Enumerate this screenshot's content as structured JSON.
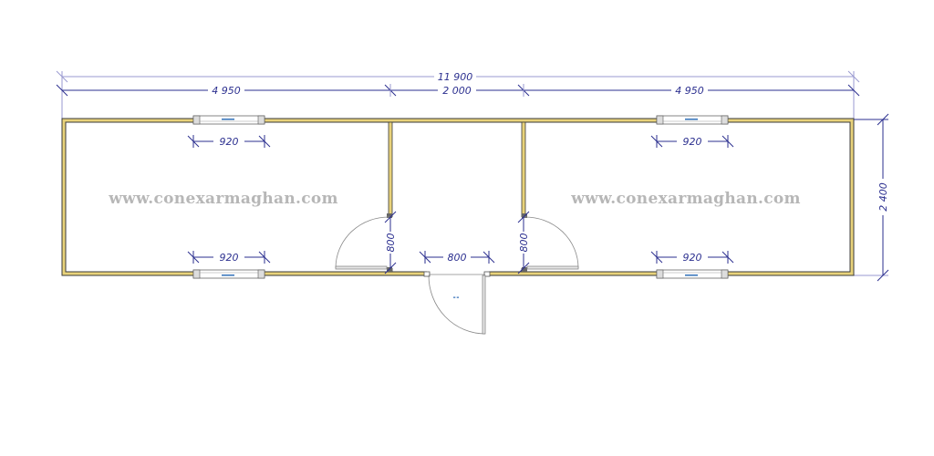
{
  "plan": {
    "title": "Container floor plan",
    "overall_length": "11 900",
    "segments": [
      "4 950",
      "2 000",
      "4 950"
    ],
    "overall_width": "2 400",
    "window_widths": [
      "920",
      "920",
      "920",
      "920"
    ],
    "door_widths": {
      "left_room_door": "800",
      "entry_door": "800",
      "right_room_door": "800"
    },
    "watermarks": [
      "www.conexarmaghan.com",
      "www.conexarmaghan.com"
    ],
    "colors": {
      "wall_fill": "#e8d27a",
      "wall_outline": "#3a3a3a",
      "dimension_line": "#2b2f8f",
      "extension_line": "#9a9ad0",
      "watermark": "#b7b7b7"
    }
  }
}
